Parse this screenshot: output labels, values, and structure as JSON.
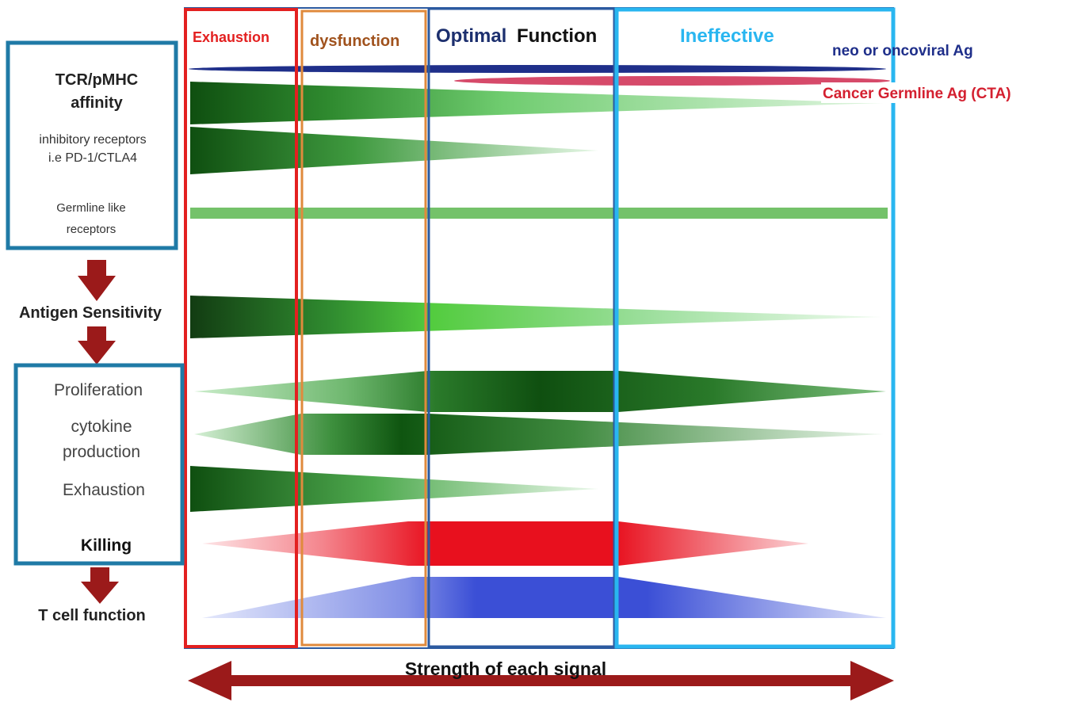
{
  "columns": [
    {
      "key": "exhaustion",
      "label": "Exhaustion",
      "color": "#e32020"
    },
    {
      "key": "dysfunction",
      "label": "dysfunction",
      "color": "#a0521d"
    },
    {
      "key": "optimal",
      "label_part1": "Optimal",
      "label_part2": "Function",
      "color": "#1c2f6e"
    },
    {
      "key": "ineffective",
      "label": "Ineffective",
      "color": "#29b6f0"
    }
  ],
  "antigen_legend": {
    "neo": {
      "label": "neo or oncoviral Ag",
      "color": "#1f2f8a"
    },
    "cta": {
      "label": "Cancer Germline Ag (CTA)",
      "color": "#d42030"
    }
  },
  "left_box_top": {
    "title_line1": "TCR/pMHC",
    "title_line2": "affinity",
    "inhibitory_line1": "inhibitory receptors",
    "inhibitory_line2": "i.e PD-1/CTLA4",
    "germline_line1": "Germline like",
    "germline_line2": "receptors",
    "border_color": "#1f7aa6"
  },
  "antigen_sensitivity": "Antigen Sensitivity",
  "left_box_bottom": {
    "proliferation": "Proliferation",
    "cytokine_line1": "cytokine",
    "cytokine_line2": "production",
    "exhaustion": "Exhaustion",
    "killing": "Killing",
    "border_color": "#1f7aa6"
  },
  "t_cell_function": "T cell function",
  "axis_label": "Strength of each signal",
  "colors": {
    "arrow": "#9b1a1a",
    "dark_green": "#0f4f10",
    "mid_green": "#3aa83a",
    "light_green": "#8fd88f",
    "red": "#e8101e",
    "blue": "#3b4fd6",
    "frame_blue": "#2c5aa0"
  }
}
